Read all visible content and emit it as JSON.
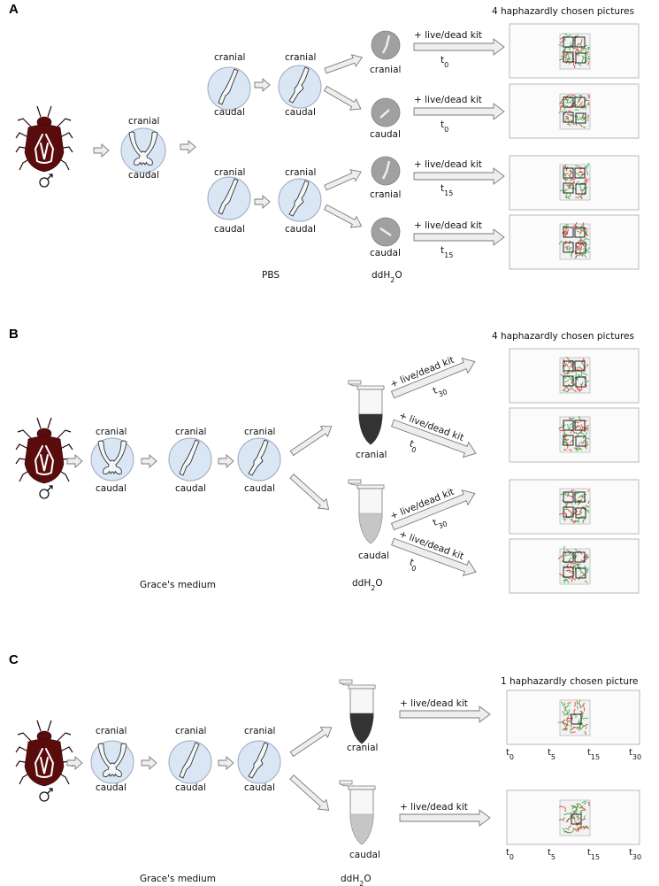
{
  "panels": {
    "a": {
      "letter": "A",
      "header": "4 haphazardly chosen pictures",
      "cranial": "cranial",
      "caudal": "caudal",
      "kit": "+ live/dead kit",
      "t_rows": [
        "t0",
        "t0",
        "t15",
        "t15"
      ],
      "medium": "PBS",
      "water": "ddH2O",
      "male_symbol": "♂"
    },
    "b": {
      "letter": "B",
      "header": "4 haphazardly chosen pictures",
      "cranial": "cranial",
      "caudal": "caudal",
      "kit": "+ live/dead kit",
      "t_rows": [
        "t30",
        "t0",
        "t30",
        "t0"
      ],
      "medium": "Grace's medium",
      "water": "ddH2O",
      "male_symbol": "♂"
    },
    "c": {
      "letter": "C",
      "header": "1 haphazardly chosen picture",
      "cranial": "cranial",
      "caudal": "caudal",
      "kit": "+ live/dead kit",
      "timeline": [
        "t0",
        "t5",
        "t15",
        "t30"
      ],
      "medium": "Grace's medium",
      "water": "ddH2O",
      "male_symbol": "♂"
    }
  },
  "colors": {
    "dish": "#dbe6f5",
    "grey_dish": "#a0a0a0",
    "bug": "#5a0c0c",
    "live_stain": "#3cb44b",
    "dead_stain": "#e0403a"
  }
}
